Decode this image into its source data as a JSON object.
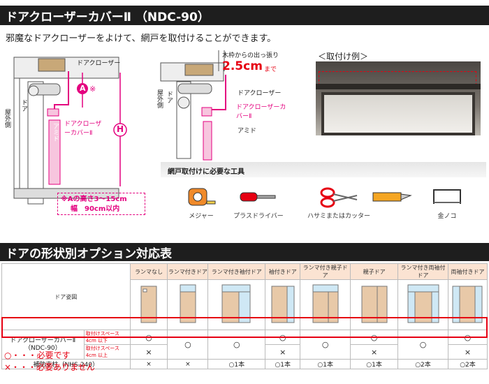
{
  "title": "ドアクローザーカバーⅡ （NDC-90）",
  "subtitle": "邪魔なドアクローザーをよけて、網戸を取付けることができます。",
  "diagram_left": {
    "door_closer": "ドアクローザー",
    "door": "ドア",
    "outdoor": "屋外側",
    "cover": "ドアクローザーカバーⅡ",
    "amido": "アミド",
    "label_a": "A",
    "label_a_note": "※",
    "label_h": "H",
    "note_line1": "※Aの高さ3～15cm",
    "note_line2": "幅　90cm以内"
  },
  "diagram_right": {
    "protrusion_label": "木枠からの出っ張り",
    "protrusion_value": "2.5cm",
    "protrusion_suffix": "まで",
    "door_closer": "ドアクローザー",
    "door": "ドア",
    "outdoor": "屋外側",
    "cover": "ドアクローザーカバーⅡ",
    "amido": "アミド"
  },
  "photo_label": "＜取付け例＞",
  "tools": {
    "heading": "網戸取付けに必要な工具",
    "items": [
      {
        "label": "メジャー",
        "icon": "tape-measure-icon"
      },
      {
        "label": "プラスドライバー",
        "icon": "screwdriver-icon"
      },
      {
        "label": "ハサミまたはカッター",
        "icon": "scissors-icon"
      },
      {
        "label": "",
        "icon": "cutter-knife-icon"
      },
      {
        "label": "金ノコ",
        "icon": "hacksaw-icon"
      }
    ]
  },
  "section2_title": "ドアの形状別オプション対応表",
  "table": {
    "door_figure_label": "ドア姿図",
    "columns": [
      "ランマなし",
      "ランマ付きドア",
      "ランマ付き袖付ドア",
      "袖付きドア",
      "ランマ付き親子ドア",
      "親子ドア",
      "ランマ付き両袖付ドア",
      "両袖付きドア"
    ],
    "product_line1": "ドアクローザーカバーⅡ",
    "product_line2": "（NDC-90）",
    "space_under": "取付けスペース4cm 以下",
    "space_over": "取付けスペース4cm 以上",
    "row_under": [
      "○",
      "○",
      "○",
      "○",
      "○",
      "○",
      "○",
      "○"
    ],
    "row_over": [
      "×",
      "",
      "",
      "×",
      "",
      "×",
      "",
      "×"
    ],
    "support_label": "補助支柱（NHS-240）",
    "support_values": [
      "×",
      "×",
      "○1本",
      "○1本",
      "○1本",
      "○1本",
      "○2本",
      "○2本"
    ]
  },
  "legend": {
    "needed": "○・・・必要です",
    "not_needed": "×・・・必要ありません"
  },
  "colors": {
    "accent_pink": "#e4007f",
    "accent_red": "#e60012",
    "header_bg": "#1e1e1e",
    "door_tan": "#e8c9a8"
  }
}
